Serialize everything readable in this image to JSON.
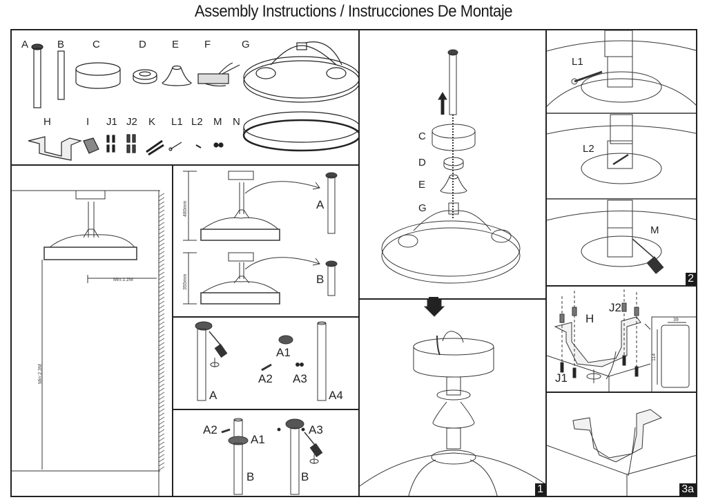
{
  "document": {
    "title": "Assembly Instructions / Instrucciones De Montaje"
  },
  "parts_panel": {
    "row1": [
      "A",
      "B",
      "C",
      "D",
      "E",
      "F",
      "G"
    ],
    "row2": [
      "H",
      "I",
      "J1",
      "J2",
      "K",
      "L1",
      "L2",
      "M",
      "N"
    ]
  },
  "clearance_panel": {
    "min_wall_distance": "Min:1.2M",
    "min_floor_height": "Min:2.3M"
  },
  "downrod_choice_panel": {
    "height_long": "480mm",
    "height_short": "355mm",
    "rod_long_label": "A",
    "rod_short_label": "B"
  },
  "downrod_disassembly_panel": {
    "labels": [
      "A",
      "A1",
      "A2",
      "A3",
      "A4"
    ]
  },
  "downrod_assembly_panel": {
    "labels": [
      "A2",
      "A1",
      "B",
      "A3",
      "B"
    ]
  },
  "step1_panel": {
    "labels": [
      "C",
      "D",
      "E",
      "G"
    ],
    "step_number": "1"
  },
  "step2_panel": {
    "labels": [
      "L1",
      "L2",
      "M"
    ],
    "step_number": "2"
  },
  "step3_panel": {
    "labels": [
      "H",
      "J2",
      "J1"
    ],
    "inset_width": "39",
    "inset_height": "114"
  },
  "step3a_panel": {
    "step_number": "3a"
  }
}
